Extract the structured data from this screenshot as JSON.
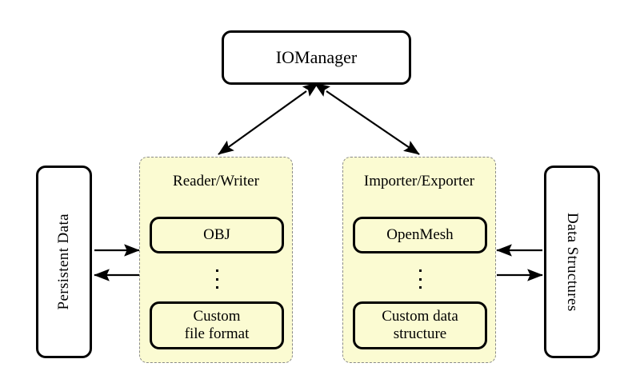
{
  "diagram": {
    "title_node": {
      "label": "IOManager"
    },
    "left_store": {
      "label": "Persistent Data"
    },
    "right_store": {
      "label": "Data Structures"
    },
    "groups": [
      {
        "id": "reader-writer",
        "title": "Reader/Writer",
        "items": [
          {
            "label": "OBJ"
          },
          {
            "label": "Custom\nfile format",
            "line1": "Custom",
            "line2": "file format"
          }
        ],
        "ellipsis": "⋮"
      },
      {
        "id": "importer-exporter",
        "title": "Importer/Exporter",
        "items": [
          {
            "label": "OpenMesh"
          },
          {
            "label": "Custom data\nstructure",
            "line1": "Custom data",
            "line2": "structure"
          }
        ],
        "ellipsis": "⋮"
      }
    ],
    "connections": [
      {
        "name": "iomanager-to-reader-writer",
        "type": "bidirectional-diagonal"
      },
      {
        "name": "iomanager-to-importer-exporter",
        "type": "bidirectional-diagonal"
      },
      {
        "name": "persistent-data-to-reader-writer",
        "type": "arrow-right"
      },
      {
        "name": "reader-writer-to-persistent-data",
        "type": "arrow-left"
      },
      {
        "name": "importer-exporter-to-data-structures",
        "type": "arrow-left"
      },
      {
        "name": "data-structures-to-importer-exporter",
        "type": "arrow-right"
      }
    ],
    "colors": {
      "group_fill": "#fbfbd2",
      "group_border": "#8a8a8a",
      "node_border": "#000000",
      "background": "#ffffff",
      "arrow": "#000000"
    }
  }
}
